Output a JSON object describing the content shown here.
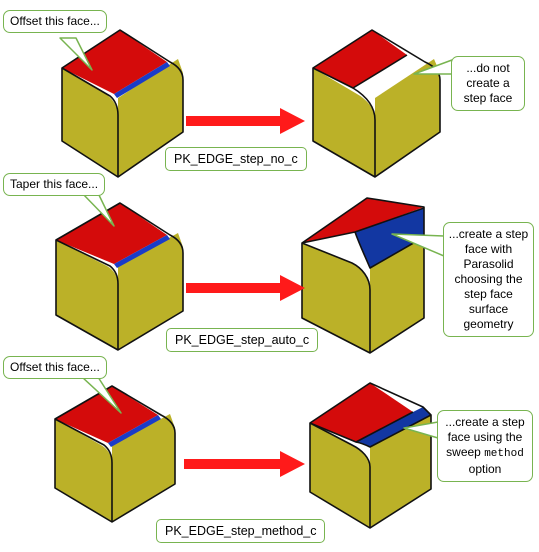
{
  "colors": {
    "top_face": "#d40b0b",
    "side_face": "#bbb128",
    "step_face": "#1237a2",
    "edge_blue": "#1a3cc8",
    "outline": "#111111",
    "arrow": "#ff1a1a",
    "callout_border": "#78b450"
  },
  "rows": [
    {
      "left_callout": "Offset this face...",
      "right_callout": {
        "pre": "...do not create a step face",
        "code": "",
        "post": ""
      },
      "step_label": "PK_EDGE_step_no_c"
    },
    {
      "left_callout": "Taper this face...",
      "right_callout": {
        "pre": "...create a step face with Parasolid choosing the step face surface geometry",
        "code": "",
        "post": ""
      },
      "step_label": "PK_EDGE_step_auto_c"
    },
    {
      "left_callout": "Offset this face...",
      "right_callout": {
        "pre": "...create a step face using the sweep",
        "code": "method",
        "post": "option"
      },
      "step_label": "PK_EDGE_step_method_c"
    }
  ]
}
